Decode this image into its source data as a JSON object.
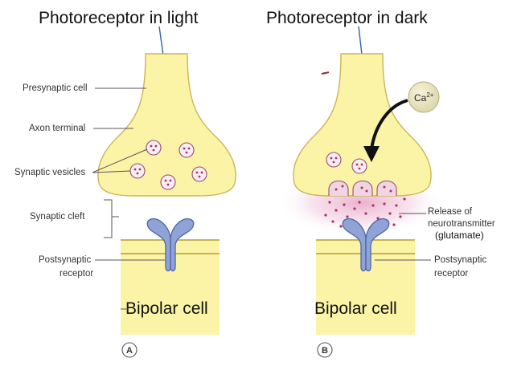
{
  "titles": {
    "left": "Photoreceptor in light",
    "right": "Photoreceptor in dark"
  },
  "left_labels": {
    "presynaptic": "Presynaptic cell",
    "axon_terminal": "Axon terminal",
    "vesicles": "Synaptic vesicles",
    "cleft": "Synaptic cleft",
    "post_line1": "Postsynaptic",
    "post_line2": "receptor"
  },
  "right_labels": {
    "release_line1": "Release of",
    "release_line2": "neurotransmitter",
    "release_line3": "(glutamate)",
    "post_line1": "Postsynaptic",
    "post_line2": "receptor",
    "ion": "Ca",
    "ion_charge": "2+"
  },
  "cells": {
    "left": "Bipolar cell",
    "right": "Bipolar cell"
  },
  "panels": {
    "a": "A",
    "b": "B"
  },
  "colors": {
    "membrane_fill": "#fbf3a6",
    "membrane_stroke": "#c9b659",
    "receptor_fill": "#8fa3d6",
    "receptor_stroke": "#4f65a8",
    "vesicle_fill": "#f7eef3",
    "vesicle_dot": "#b03060",
    "arrow": "#2e63b0"
  }
}
